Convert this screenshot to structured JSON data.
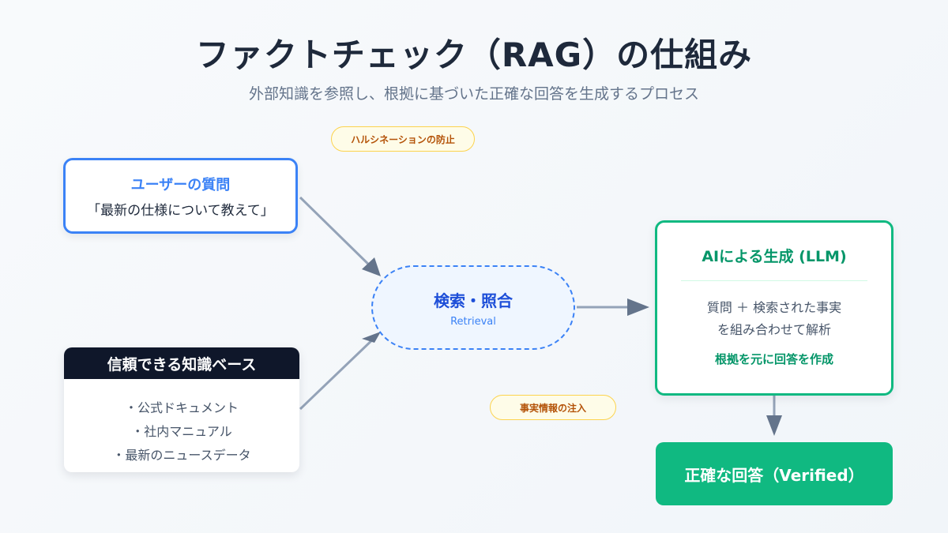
{
  "header": {
    "title": "ファクトチェック（RAG）の仕組み",
    "subtitle": "外部知識を参照し、根拠に基づいた正確な回答を生成するプロセス"
  },
  "labels": {
    "hallucination_prevention": "ハルシネーションの防止",
    "fact_injection": "事実情報の注入"
  },
  "user_question": {
    "heading": "ユーザーの質問",
    "text": "「最新の仕様について教えて」"
  },
  "knowledge_base": {
    "heading": "信頼できる知識ベース",
    "items": [
      "・公式ドキュメント",
      "・社内マニュアル",
      "・最新のニュースデータ"
    ]
  },
  "retrieval": {
    "heading": "検索・照合",
    "subheading": "Retrieval"
  },
  "llm": {
    "heading": "AIによる生成 (LLM)",
    "line1": "質問 ＋ 検索された事実",
    "line2": "を組み合わせて解析",
    "emphasis": "根拠を元に回答を作成"
  },
  "answer": {
    "label": "正確な回答（Verified）"
  },
  "colors": {
    "blue": "#3b82f6",
    "green": "#10b981",
    "dark": "#0f172a",
    "arrow": "#64748b",
    "pill_text": "#b45309"
  }
}
